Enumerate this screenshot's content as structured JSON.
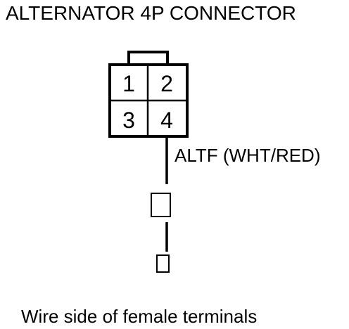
{
  "title": "ALTERNATOR 4P CONNECTOR",
  "connector": {
    "pins": [
      "1",
      "2",
      "3",
      "4"
    ]
  },
  "wire": {
    "label": "ALTF (WHT/RED)"
  },
  "caption": "Wire side of female terminals",
  "colors": {
    "line": "#000000",
    "background": "#ffffff"
  }
}
